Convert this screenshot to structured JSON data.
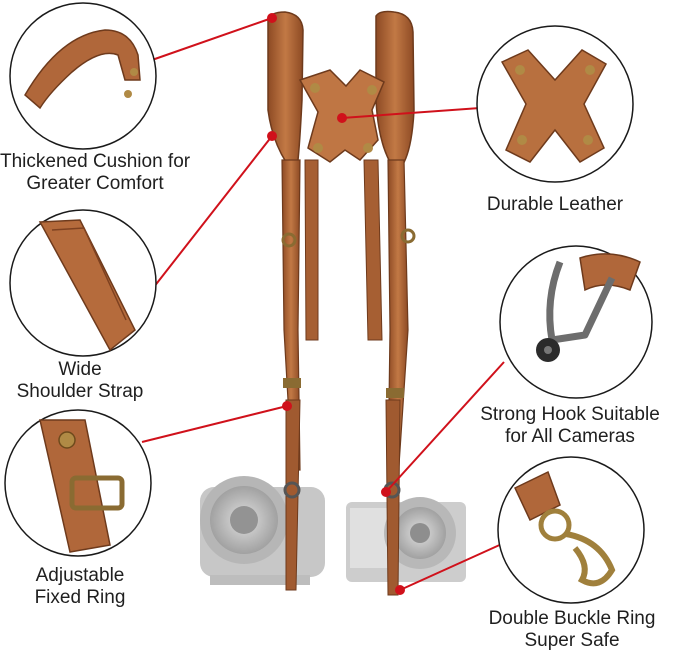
{
  "colors": {
    "leather": "#b0673a",
    "leather_dark": "#7e4120",
    "leather_light": "#cf8a58",
    "brass": "#b08a45",
    "pointer": "#d0111b",
    "circle": "#1a1a1a",
    "camera": "#c9c9c9"
  },
  "labels": {
    "cushion": [
      "Thickened Cushion for",
      "Greater Comfort"
    ],
    "shoulder": [
      "Wide",
      "Shoulder Strap"
    ],
    "ring": [
      "Adjustable",
      "Fixed Ring"
    ],
    "leather": [
      "Durable Leather"
    ],
    "hook": [
      "Strong Hook Suitable",
      "for All Cameras"
    ],
    "buckle": [
      "Double Buckle Ring",
      "Super Safe"
    ]
  },
  "icons": {
    "cushion": "leather-cushion-detail-icon",
    "shoulder": "shoulder-strap-detail-icon",
    "ring": "adjustable-buckle-detail-icon",
    "leather": "x-back-leather-detail-icon",
    "hook": "carabiner-hook-detail-icon",
    "buckle": "swivel-clasp-detail-icon"
  }
}
